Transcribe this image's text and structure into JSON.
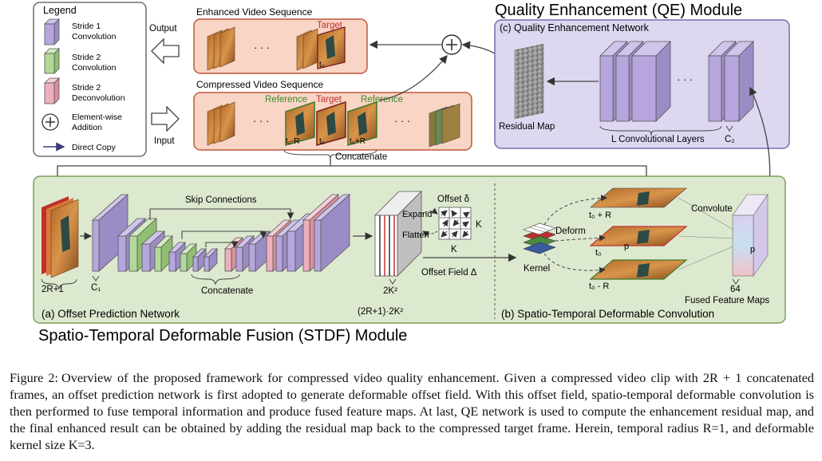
{
  "legend": {
    "title": "Legend",
    "items": [
      {
        "l1": "Stride 1",
        "l2": "Convolution"
      },
      {
        "l1": "Stride 2",
        "l2": "Convolution"
      },
      {
        "l1": "Stride 2",
        "l2": "Deconvolution"
      },
      {
        "l1": "Element-wise",
        "l2": "Addition"
      },
      {
        "l1": "Direct Copy",
        "l2": ""
      }
    ],
    "colors": {
      "conv1": "#b7a6dd",
      "conv2": "#b3d99a",
      "deconv": "#ecb0bc"
    }
  },
  "io": {
    "output": "Output",
    "input": "Input"
  },
  "enhanced": {
    "title": "Enhanced Video Sequence",
    "target": "Target",
    "t0": "t₀",
    "dots": "· · ·"
  },
  "compressed": {
    "title": "Compressed Video Sequence",
    "ref1": "Reference",
    "target": "Target",
    "ref2": "Reference",
    "tminus": "t₀-R",
    "t0": "t₀",
    "tplus": "t₀+R",
    "dots": "· · ·"
  },
  "concatenate_top": "Concatenate",
  "qe": {
    "module_title": "Quality Enhancement (QE) Module",
    "net_title": "(c) Quality Enhancement Network",
    "residual": "Residual Map",
    "layers": "L Convolutional Layers",
    "c2": "C₂",
    "dots": "· · ·"
  },
  "opn": {
    "frames_label": "2R+1",
    "c1": "C₁",
    "skip": "Skip Connections",
    "concatenate": "Concatenate",
    "k2": "2K²",
    "k2full": "(2R+1)·2K²",
    "title": "(a) Offset Prediction Network"
  },
  "offset": {
    "delta": "Offset δ",
    "expand": "Expand",
    "flatten": "Flatten",
    "k_right": "K",
    "k_bottom": "K",
    "field": "Offset Field Δ"
  },
  "stdc": {
    "kernel": "Kernel",
    "deform": "Deform",
    "convolve": "Convolute",
    "tplus": "t₀ + R",
    "t0": "t₀",
    "tminus": "t₀ - R",
    "p": "p",
    "p_right": "p",
    "num": "64",
    "fused": "Fused Feature Maps",
    "title": "(b) Spatio-Temporal Deformable Convolution"
  },
  "stdf_title": "Spatio-Temporal Deformable Fusion (STDF) Module",
  "caption": {
    "label": "Figure 2:",
    "text": "Overview of the proposed framework for compressed video quality enhancement. Given a compressed video clip with 2R + 1 concatenated frames, an offset prediction network is first adopted to generate deformable offset field. With this offset field, spatio-temporal deformable convolution is then performed to fuse temporal information and produce fused feature maps. At last, QE network is used to compute the enhancement residual map, and the final enhanced result can be obtained by adding the residual map back to the compressed target frame. Herein, temporal radius R=1, and deformable kernel size K=3."
  }
}
